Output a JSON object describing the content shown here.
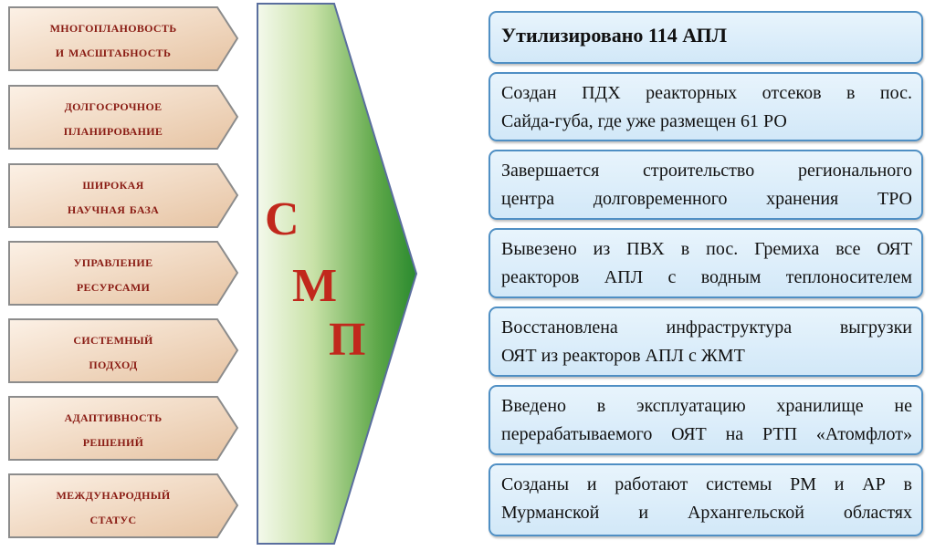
{
  "left_items": [
    {
      "lines": [
        "Многоплановость",
        "и масштабность"
      ]
    },
    {
      "lines": [
        "Долгосрочное",
        "планирование"
      ]
    },
    {
      "lines": [
        "Широкая",
        "научная база"
      ]
    },
    {
      "lines": [
        "Управление",
        "ресурсами"
      ]
    },
    {
      "lines": [
        "Системный",
        "подход"
      ]
    },
    {
      "lines": [
        "Адаптивность",
        "решений"
      ]
    },
    {
      "lines": [
        "Международный",
        "статус"
      ]
    }
  ],
  "center": {
    "letters": [
      "С",
      "М",
      "П"
    ]
  },
  "right_items": [
    {
      "lines": [
        "Утилизировано 114 АПЛ"
      ]
    },
    {
      "lines": [
        "Создан ПДХ реакторных отсеков в пос.",
        "Сайда-губа, где уже размещен 61 РО"
      ]
    },
    {
      "lines": [
        "Завершается строительство регионального",
        "центра долговременного хранения ТРО"
      ]
    },
    {
      "lines": [
        "Вывезено из ПВХ в пос. Гремиха все ОЯТ",
        "реакторов АПЛ с водным теплоносителем"
      ]
    },
    {
      "lines": [
        "Восстановлена инфраструктура выгрузки",
        "ОЯТ из реакторов АПЛ с ЖМТ"
      ]
    },
    {
      "lines": [
        "Введено в эксплуатацию хранилище не",
        "перерабатываемого ОЯТ на РТП «Атомфлот»"
      ]
    },
    {
      "lines": [
        "Созданы и работают системы РМ и АР в",
        "Мурманской и Архангельской областях"
      ]
    }
  ],
  "colors": {
    "left_text": "#8a1c14",
    "left_fill_light": "#fbeee2",
    "left_fill_dark": "#e9c8a8",
    "left_border": "#8c8c8c",
    "center_green_light": "#f2f8e8",
    "center_green_dark": "#2e8b2e",
    "center_letters": "#c1281c",
    "right_border": "#4f8fc4",
    "right_fill": "#dcedf9"
  }
}
